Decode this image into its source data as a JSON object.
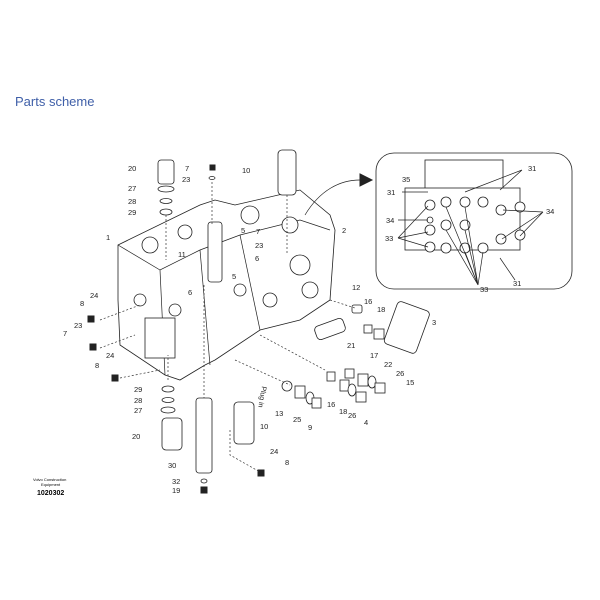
{
  "page": {
    "title": "Parts scheme"
  },
  "diagram": {
    "caption_company_line1": "Volvo Construction",
    "caption_company_line2": "Equipment",
    "caption_number": "1020302",
    "plug_in_label": "Plug in",
    "callouts": [
      "20",
      "7",
      "23",
      "10",
      "27",
      "28",
      "29",
      "1",
      "5",
      "7",
      "23",
      "11",
      "6",
      "6",
      "2",
      "24",
      "8",
      "23",
      "7",
      "24",
      "8",
      "5",
      "12",
      "16",
      "18",
      "3",
      "21",
      "17",
      "22",
      "26",
      "15",
      "16",
      "18",
      "26",
      "4",
      "13",
      "25",
      "9",
      "10",
      "29",
      "28",
      "27",
      "20",
      "30",
      "24",
      "8",
      "32",
      "19"
    ],
    "detail_callouts": [
      "31",
      "35",
      "31",
      "34",
      "34",
      "33",
      "33",
      "31"
    ]
  }
}
